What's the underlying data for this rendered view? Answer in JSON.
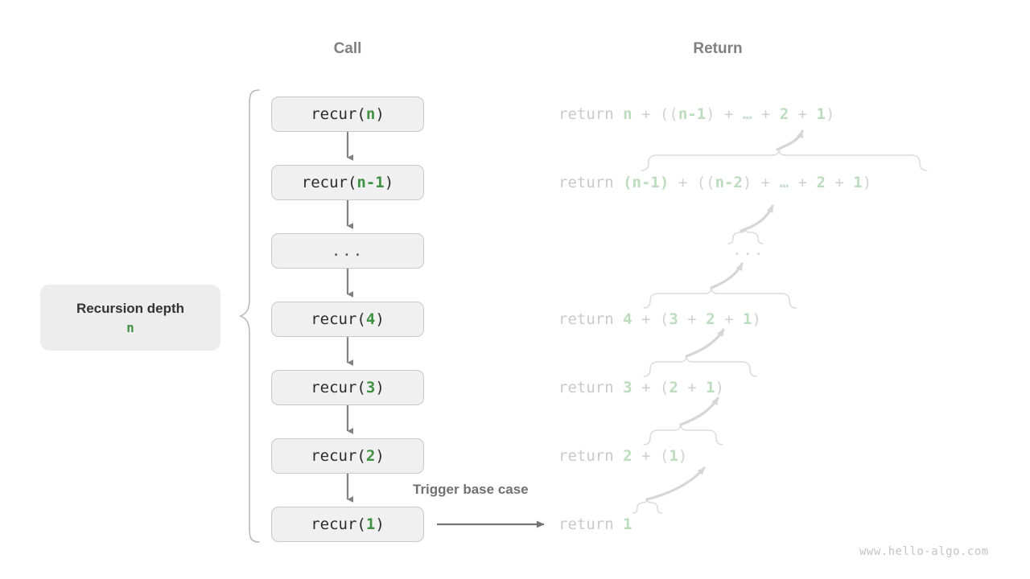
{
  "headers": {
    "call": "Call",
    "return": "Return"
  },
  "depth_label": {
    "title": "Recursion depth",
    "value": "n"
  },
  "trigger_label": "Trigger base case",
  "watermark": "www.hello-algo.com",
  "colors": {
    "accent_green": "#3f9142",
    "faded_green": "#bcdcbe",
    "box_fill": "#f0f0f0",
    "box_border": "#c8c8c8",
    "arrow_gray": "#808080",
    "faded_gray": "#c9c9c9",
    "header_gray": "#808080"
  },
  "call_stack": [
    {
      "name": "call-box-n",
      "prefix": "recur(",
      "arg": "n",
      "suffix": ")",
      "is_dots": false
    },
    {
      "name": "call-box-n-1",
      "prefix": "recur(",
      "arg": "n-1",
      "suffix": ")",
      "is_dots": false
    },
    {
      "name": "call-box-dots",
      "prefix": "",
      "arg": "...",
      "suffix": "",
      "is_dots": true
    },
    {
      "name": "call-box-4",
      "prefix": "recur(",
      "arg": "4",
      "suffix": ")",
      "is_dots": false
    },
    {
      "name": "call-box-3",
      "prefix": "recur(",
      "arg": "3",
      "suffix": ")",
      "is_dots": false
    },
    {
      "name": "call-box-2",
      "prefix": "recur(",
      "arg": "2",
      "suffix": ")",
      "is_dots": false
    },
    {
      "name": "call-box-1",
      "prefix": "recur(",
      "arg": "1",
      "suffix": ")",
      "is_dots": false
    }
  ],
  "returns": [
    {
      "name": "return-row-n",
      "keyword": "return",
      "expression": "n + ((n-1) + … + 2 + 1)"
    },
    {
      "name": "return-row-n-1",
      "keyword": "return",
      "expression": "(n-1) + ((n-2) + … + 2 + 1)"
    },
    {
      "name": "return-row-dots",
      "keyword": "",
      "expression": "..."
    },
    {
      "name": "return-row-4",
      "keyword": "return",
      "expression": "4 + (3 + 2 + 1)"
    },
    {
      "name": "return-row-3",
      "keyword": "return",
      "expression": "3 + (2 + 1)"
    },
    {
      "name": "return-row-2",
      "keyword": "return",
      "expression": "2 + (1)"
    },
    {
      "name": "return-row-1",
      "keyword": "return",
      "expression": "1"
    }
  ]
}
